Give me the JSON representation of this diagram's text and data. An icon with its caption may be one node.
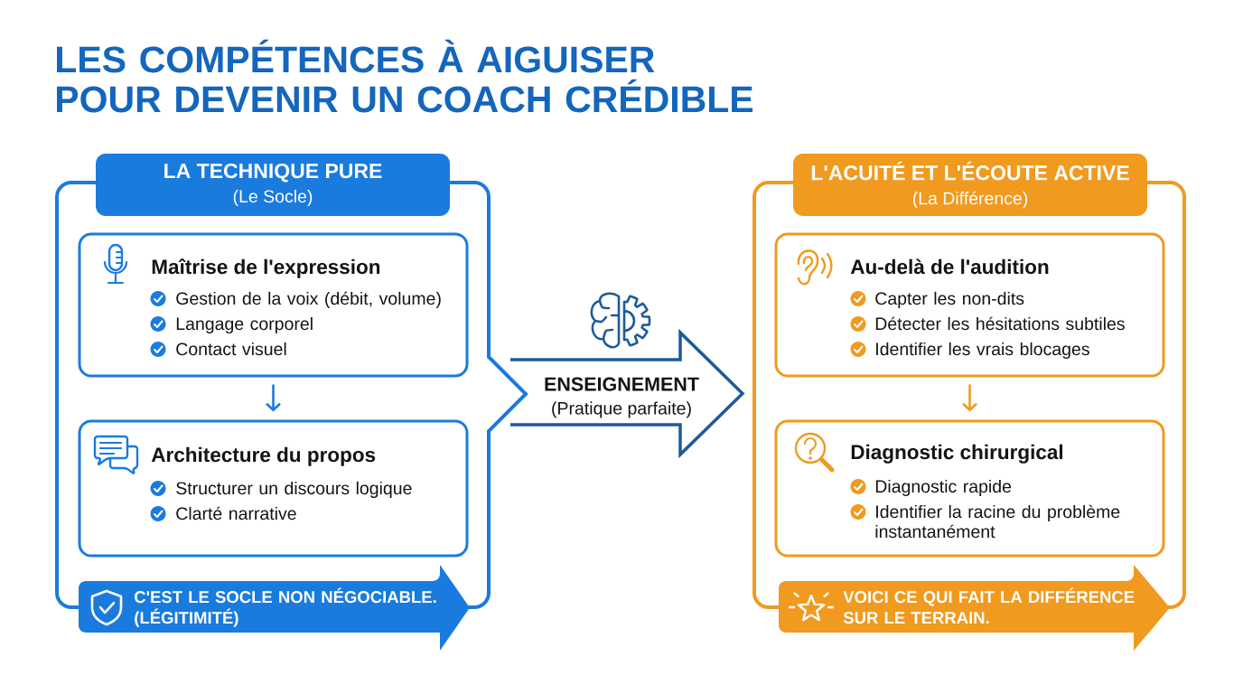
{
  "diagram": {
    "title": "LES COMPÉTENCES À AIGUISER POUR DEVENIR UN COACH CRÉDIBLE",
    "nodes": [
      {
        "text": [
          "LA TECHNIQUE PURE",
          "(Le Socle)"
        ]
      },
      {
        "text": [
          "Maîtrise de l'expression",
          "Gestion de la voix (débit, volume)",
          "Langage corporel",
          "Contact visuel"
        ],
        "in": 0
      },
      {
        "text": [
          "Architecture du propos",
          "Structurer un discours logique",
          "Clarté narrative"
        ],
        "in": 0
      },
      {
        "text": [
          "C'EST LE SOCLE NON NÉGOCIABLE. (LÉGITIMITÉ)"
        ]
      },
      {
        "text": [
          "ENSEIGNEMENT",
          "(Pratique parfaite)"
        ]
      },
      {
        "text": [
          "L'ACUITÉ ET L'ÉCOUTE ACTIVE",
          "(La Différence)"
        ]
      },
      {
        "text": [
          "Au-delà de l'audition",
          "Capter les non-dits",
          "Détecter les hésitations subtiles",
          "Identifier les vrais blocages"
        ],
        "in": 5
      },
      {
        "text": [
          "Diagnostic chirurgical",
          "Diagnostic rapide",
          "Identifier la racine du problème instantanément"
        ],
        "in": 5
      },
      {
        "text": [
          "VOICI CE QUI FAIT LA DIFFÉRENCE SUR LE TERRAIN."
        ]
      }
    ],
    "edges": [
      {
        "from": 1,
        "to": 2,
        "arrow": "to",
        "color": "#1a7bdf"
      },
      {
        "from": 6,
        "to": 7,
        "arrow": "to",
        "color": "#f09a1f"
      }
    ]
  }
}
